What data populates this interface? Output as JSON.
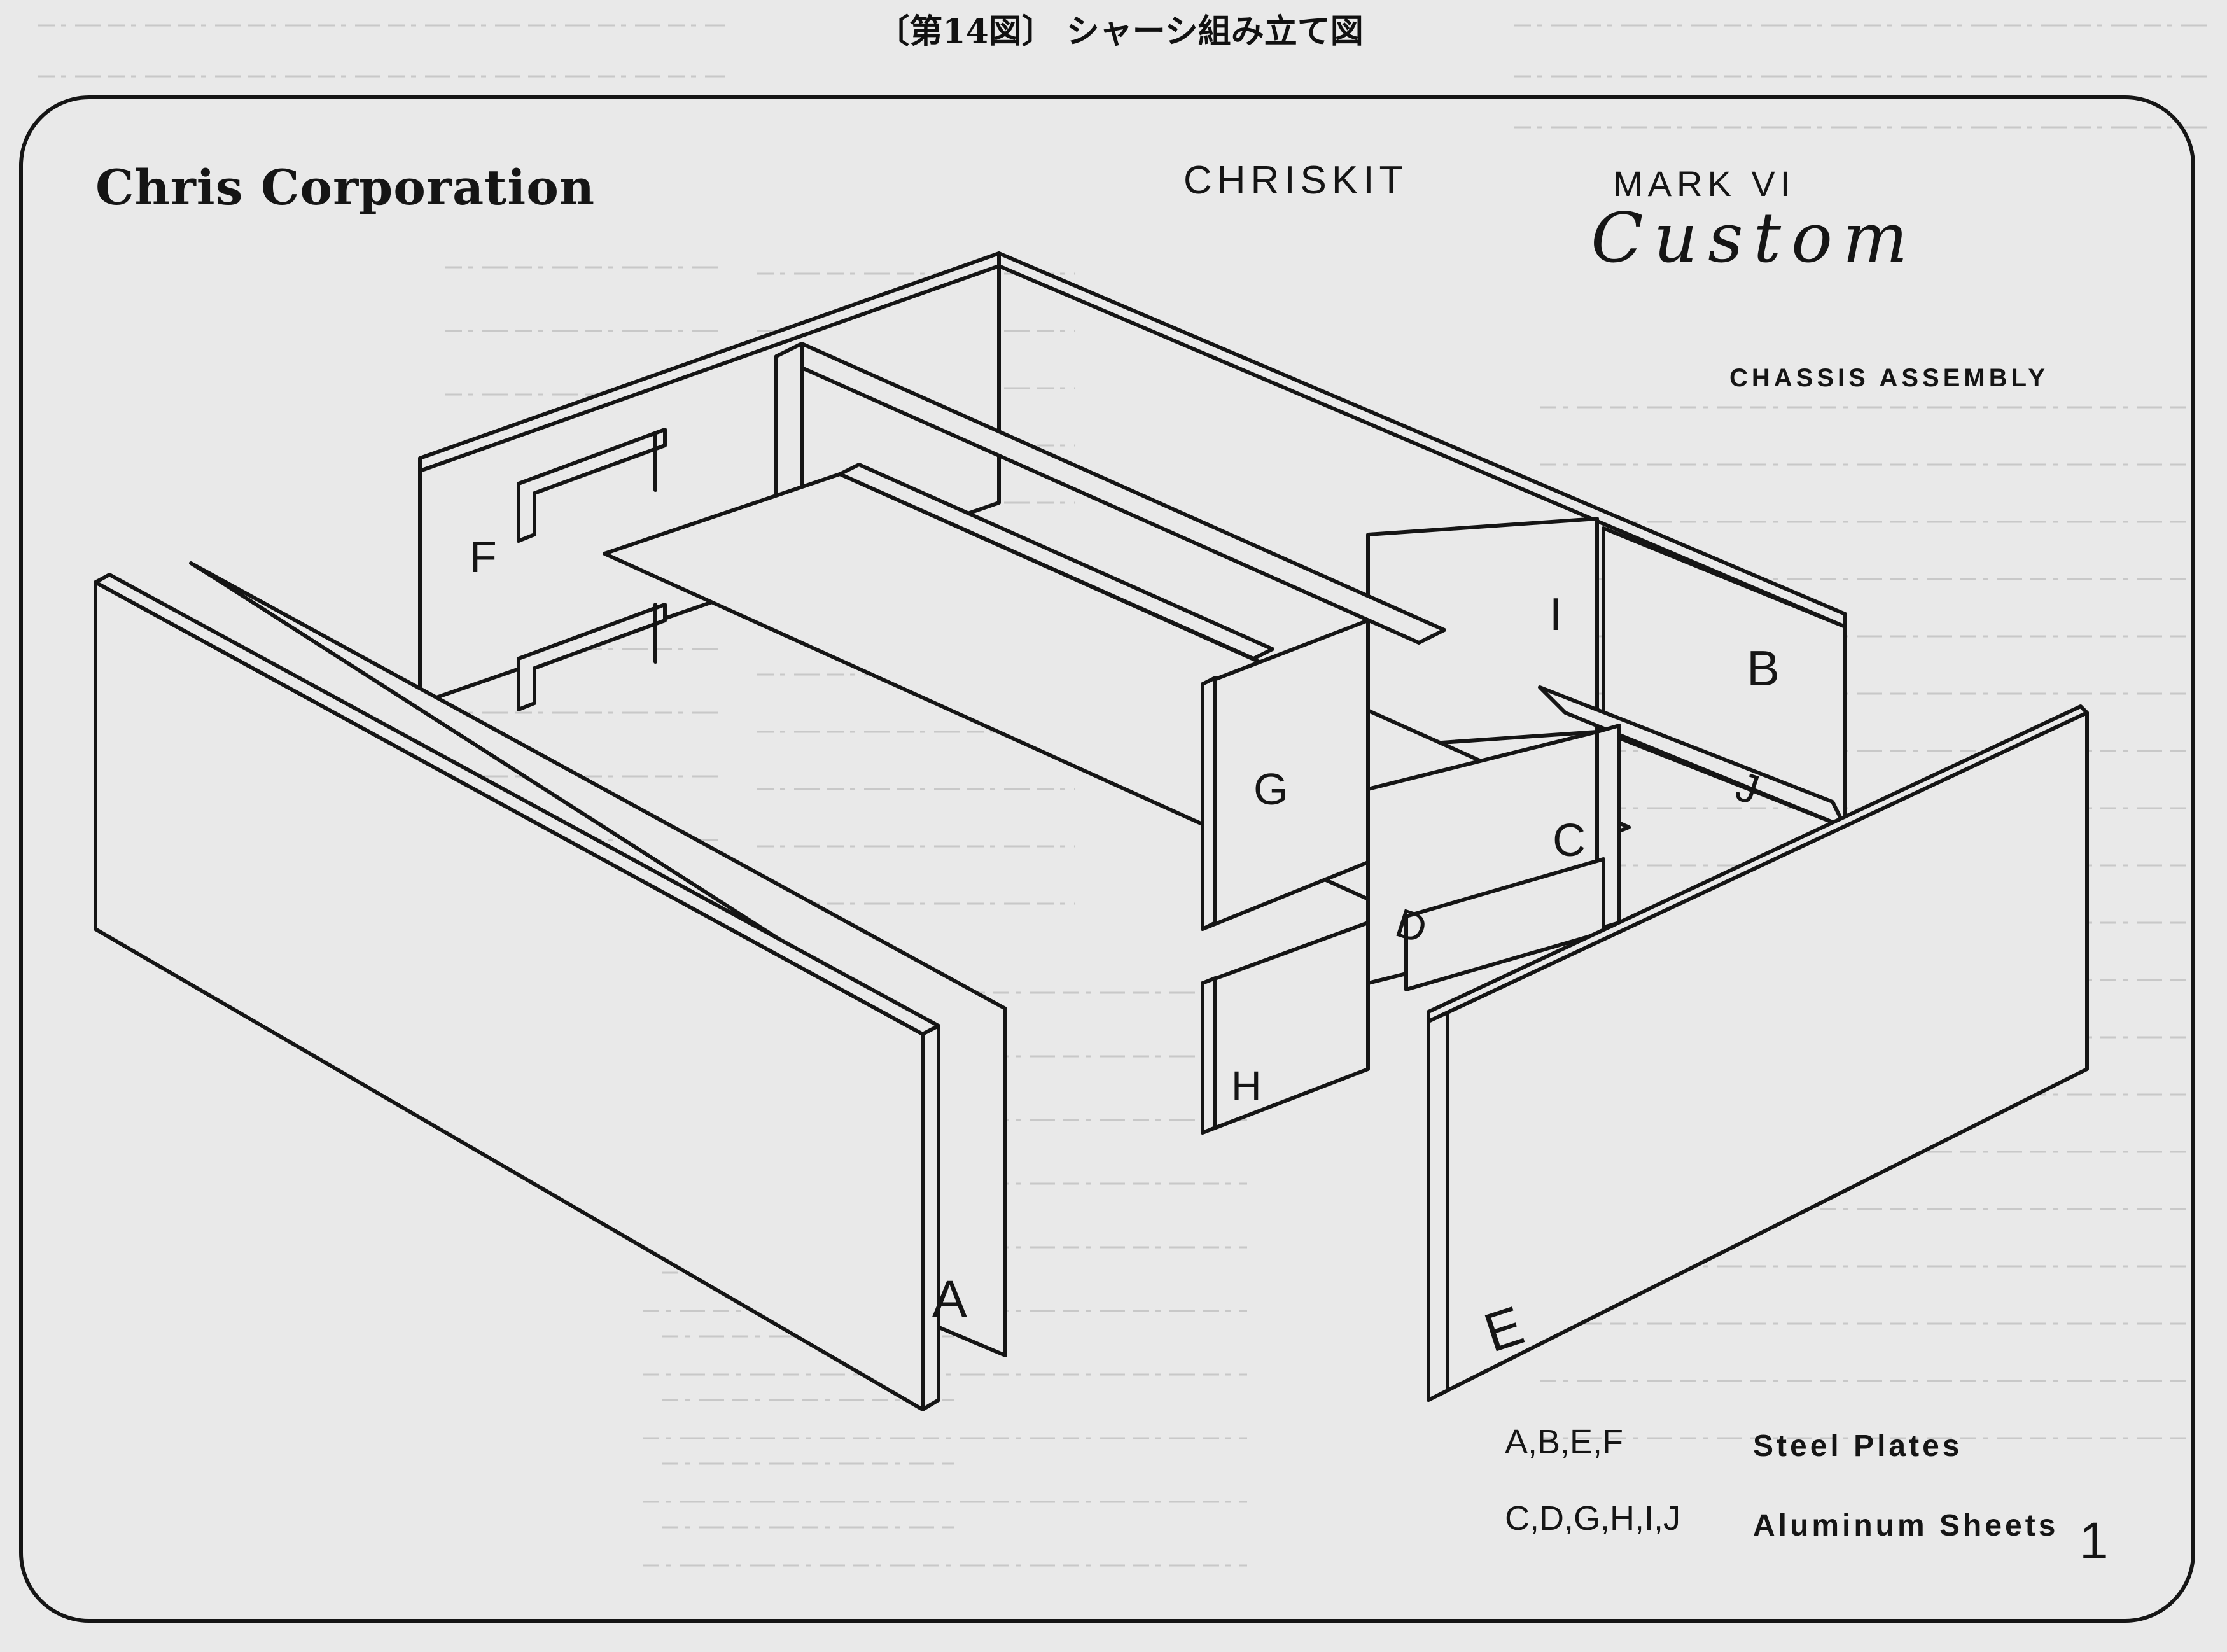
{
  "caption": "〔第14図〕 シャーシ組み立て図",
  "brand": "Chris Corporation",
  "product": "CHRISKIT",
  "model": "MARK VI",
  "model_script": "Custom",
  "subtitle": "CHASSIS ASSEMBLY",
  "part_labels": {
    "A": "A",
    "B": "B",
    "C": "C",
    "D": "D",
    "E": "E",
    "F": "F",
    "G": "G",
    "H": "H",
    "I": "I",
    "J": "J"
  },
  "legend": [
    {
      "parts": "A,B,E,F",
      "material": "Steel Plates"
    },
    {
      "parts": "C,D,G,H,I,J",
      "material": "Aluminum Sheets"
    }
  ],
  "page_number": "1",
  "colors": {
    "line": "#151515",
    "paper": "#e9e9e9",
    "bleed_text": "#c6c6c6"
  }
}
